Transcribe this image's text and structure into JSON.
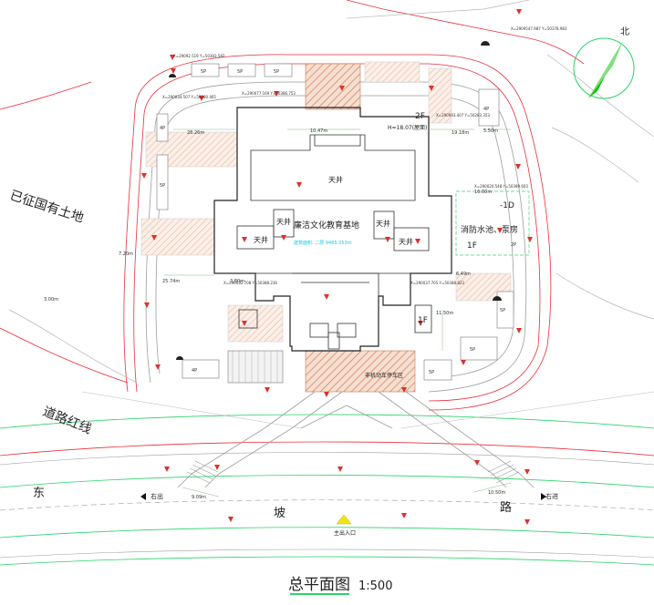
{
  "title": "总平面图",
  "scale": "1:500",
  "north_label": "北",
  "building": {
    "name": "廉洁文化教育基地",
    "floors_top": "2F",
    "height_note": "H=18.07(屋面)",
    "floors_north_annex": "1F",
    "floors_east_annex": "1F",
    "area_note": "建筑面积: 二层 9465.353m",
    "courtyard_main": "天井",
    "courtyard_west": "天井",
    "courtyard_west_small": "天井",
    "courtyard_east_small": "天井",
    "courtyard_east": "天井"
  },
  "labels": {
    "land_left": "已征国有土地",
    "road_red_line": "道路红线",
    "fire_pump": "消防水池、泵房",
    "fire_pump_level": "-1D",
    "parking_area": "非机动车停车区",
    "main_entrance": "主出入口",
    "exit_right_label": "右出",
    "entry_right_label": "右进",
    "road_name": [
      "东",
      "坡",
      "路"
    ]
  },
  "dimensions": {
    "dim1": "28.26m",
    "dim2": "25.74m",
    "dim3": "10.47m",
    "dim4": "19.18m",
    "dim5": "5.50m",
    "dim6": "7.20m",
    "dim7": "9.09m",
    "dim8": "10.50m",
    "dim9": "11.50m",
    "dim10": "6.49m",
    "dim11": "3.80m",
    "dim12": "16.60m",
    "dim13": "3.00m"
  },
  "coordinates": [
    "X=29092.519 Y=50383.582",
    "X=2909547.987 Y=50378.983",
    "X=290034.507 Y=50280.465",
    "X=290077.169 Y=50386.753",
    "X=290093.407 Y=50283.353",
    "X=290020.548 Y=50389.603",
    "X=290032.708 Y=50388.236",
    "X=290037.705 Y=50388.823"
  ],
  "parking_labels": [
    "5P",
    "5P",
    "5P",
    "4P",
    "5P",
    "4P",
    "2P",
    "5P",
    "5P",
    "4P",
    "5P"
  ],
  "colors": {
    "red_line": "#e8303a",
    "hatch": "#c97a55",
    "green": "#2bd36a",
    "cyan": "#18c8e8",
    "north": "#11c211"
  }
}
